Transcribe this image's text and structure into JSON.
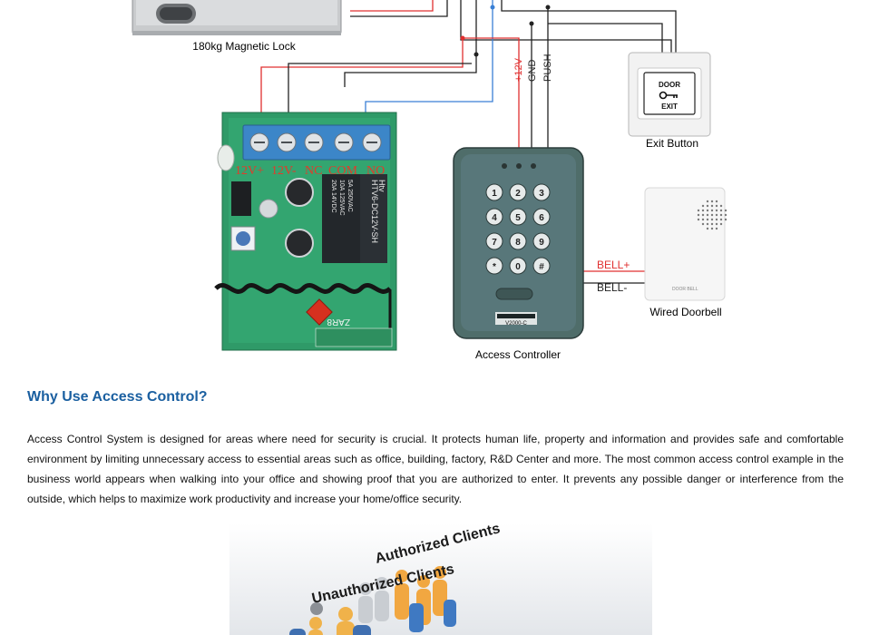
{
  "diagram": {
    "magnetic_lock_label": "180kg Magnetic Lock",
    "exit_button_label": "Exit Button",
    "exit_button_top_text": "DOOR",
    "exit_button_bottom_text": "EXIT",
    "relay_terminals": [
      "12V+",
      "12V-",
      "NC",
      "COM",
      "NO"
    ],
    "relay_chip_text": "HTV6-DC12V-SH",
    "relay_rating_1": "20A 14VDC",
    "relay_rating_2": "10A 125VAC",
    "relay_rating_3": "5A 250VAC",
    "relay_brand": "Htv",
    "board_label": "ZAR8",
    "wire_labels": [
      "+12V",
      "GND",
      "PUSH"
    ],
    "bell_plus_label": "BELL+",
    "bell_minus_label": "BELL-",
    "doorbell_label": "Wired Doorbell",
    "doorbell_text": "DOOR BELL",
    "controller_label": "Access Controller",
    "controller_model": "V2000-C",
    "keypad_keys": [
      "1",
      "2",
      "3",
      "4",
      "5",
      "6",
      "7",
      "8",
      "9",
      "*",
      "0",
      "#"
    ]
  },
  "section": {
    "heading": "Why Use Access Control?",
    "paragraph": "Access Control System is designed for areas where need for security is crucial. It protects human life, property and information and provides safe and comfortable environment by limiting unnecessary access to essential areas such as office, building, factory, R&D Center and more. The most common access control example in the business world appears when walking into your office and showing proof that you are authorized to enter. It prevents any possible danger or interference from the outside, which helps to maximize work productivity and increase your home/office security."
  },
  "illustration": {
    "unauthorized_label": "Unauthorized Clients",
    "authorized_label": "Authorized Clients"
  },
  "colors": {
    "heading": "#1a5fa0",
    "wire_red": "#e03030",
    "wire_blue": "#3a7fd5",
    "wire_black": "#222222",
    "board_green": "#2f9a68",
    "terminal_blue": "#3c86c8",
    "controller_body": "#4f6d6a"
  }
}
